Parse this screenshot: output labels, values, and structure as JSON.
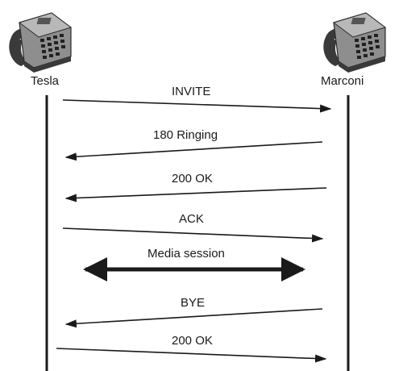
{
  "endpoints": {
    "left": {
      "name": "Tesla",
      "icon": "desk-phone-icon"
    },
    "right": {
      "name": "Marconi",
      "icon": "desk-phone-icon"
    }
  },
  "messages": [
    {
      "label": "INVITE",
      "direction": "right"
    },
    {
      "label": "180 Ringing",
      "direction": "left"
    },
    {
      "label": "200 OK",
      "direction": "left"
    },
    {
      "label": "ACK",
      "direction": "right"
    },
    {
      "label": "Media session",
      "direction": "both"
    },
    {
      "label": "BYE",
      "direction": "left"
    },
    {
      "label": "200 OK",
      "direction": "right"
    }
  ],
  "colors": {
    "line": "#1a1a1a",
    "phone_body": "#9a9a9a",
    "phone_dark": "#2a2a2a"
  }
}
